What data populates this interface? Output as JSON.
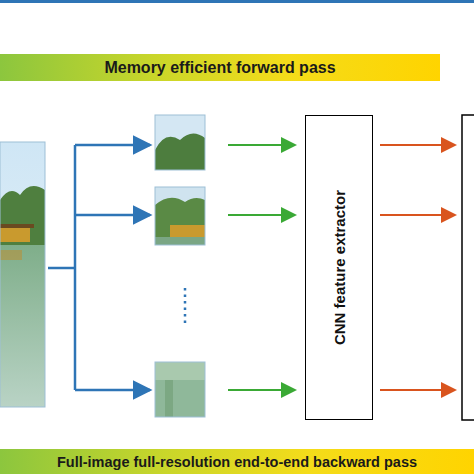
{
  "diagram": {
    "nodes": [
      {
        "text": [
          "Memory efficient forward pass"
        ]
      },
      {
        "text": [
          "CNN feature extractor"
        ]
      },
      {
        "text": [
          "Full-image full-resolution end-to-end backward pass"
        ]
      }
    ]
  }
}
